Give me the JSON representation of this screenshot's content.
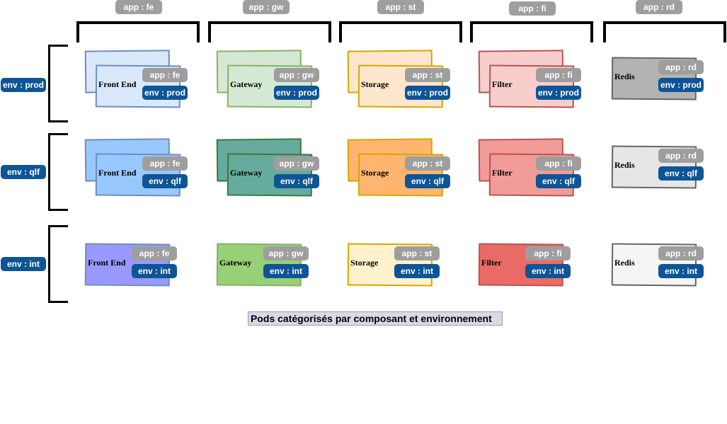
{
  "columns": [
    {
      "id": "fe",
      "app_label": "app : fe",
      "pod_name": "Front End"
    },
    {
      "id": "gw",
      "app_label": "app : gw",
      "pod_name": "Gateway"
    },
    {
      "id": "st",
      "app_label": "app : st",
      "pod_name": "Storage"
    },
    {
      "id": "fi",
      "app_label": "app : fi",
      "pod_name": "Filter"
    },
    {
      "id": "rd",
      "app_label": "app : rd",
      "pod_name": "Redis"
    }
  ],
  "rows": [
    {
      "id": "prod",
      "env_label": "env : prod"
    },
    {
      "id": "qlf",
      "env_label": "env : qlf"
    },
    {
      "id": "int",
      "env_label": "env : int"
    }
  ],
  "colors": {
    "fe": {
      "prod": {
        "fill": "#dae8fc",
        "stroke": "#6c8ebf"
      },
      "qlf": {
        "fill": "#99c8ff",
        "stroke": "#6c8ebf"
      },
      "int": {
        "fill": "#9999ff",
        "stroke": "#6c8ebf"
      }
    },
    "gw": {
      "prod": {
        "fill": "#d5e8d4",
        "stroke": "#82b366"
      },
      "qlf": {
        "fill": "#67ab9f",
        "stroke": "#3a7a3a"
      },
      "int": {
        "fill": "#97d077",
        "stroke": "#82b366"
      }
    },
    "st": {
      "prod": {
        "fill": "#ffe6cc",
        "stroke": "#d6a700"
      },
      "qlf": {
        "fill": "#ffb570",
        "stroke": "#d6a700"
      },
      "int": {
        "fill": "#fff2cc",
        "stroke": "#d6a700"
      }
    },
    "fi": {
      "prod": {
        "fill": "#f8cecc",
        "stroke": "#b85450"
      },
      "qlf": {
        "fill": "#f19c99",
        "stroke": "#b85450"
      },
      "int": {
        "fill": "#ea6b66",
        "stroke": "#b85450"
      }
    },
    "rd": {
      "prod": {
        "fill": "#b3b3b3",
        "stroke": "#666666"
      },
      "qlf": {
        "fill": "#e6e6e6",
        "stroke": "#666666"
      },
      "int": {
        "fill": "#f5f5f5",
        "stroke": "#666666"
      }
    }
  },
  "caption": "Pods catégorisés par composant et environnement"
}
